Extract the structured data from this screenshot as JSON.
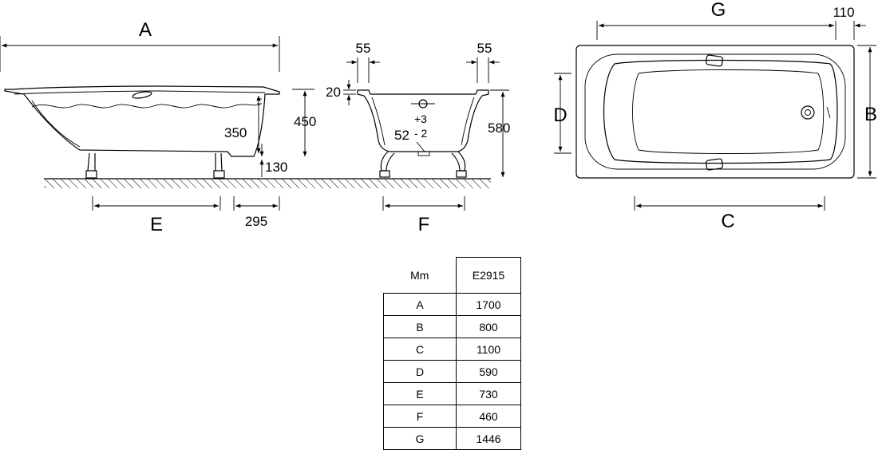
{
  "side_view": {
    "label_a": "A",
    "label_e": "E",
    "dim_295": "295",
    "dim_350": "350",
    "dim_450": "450",
    "dim_130": "130"
  },
  "end_view": {
    "dim_55_left": "55",
    "dim_55_right": "55",
    "dim_20": "20",
    "tol_plus": "+3",
    "tol_base": "52",
    "tol_minus": "- 2",
    "dim_580": "580",
    "label_f": "F"
  },
  "top_view": {
    "label_g": "G",
    "dim_110": "110",
    "label_d": "D",
    "label_b": "B",
    "label_c": "C"
  },
  "table": {
    "header_unit": "Mm",
    "header_model": "E2915",
    "rows": [
      {
        "key": "A",
        "value": "1700"
      },
      {
        "key": "B",
        "value": "800"
      },
      {
        "key": "C",
        "value": "1100"
      },
      {
        "key": "D",
        "value": "590"
      },
      {
        "key": "E",
        "value": "730"
      },
      {
        "key": "F",
        "value": "460"
      },
      {
        "key": "G",
        "value": "1446"
      }
    ]
  }
}
